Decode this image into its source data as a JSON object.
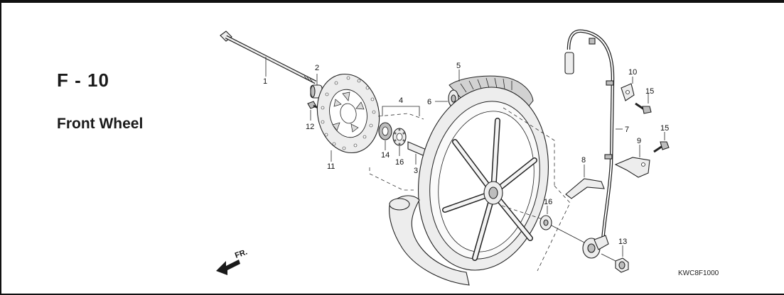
{
  "header": {
    "section_code": "F - 10",
    "section_name": "Front Wheel"
  },
  "catalog_code": "KWC8F1000",
  "direction_label": "FR.",
  "callouts": [
    {
      "id": "callout-1",
      "label": "1"
    },
    {
      "id": "callout-2",
      "label": "2"
    },
    {
      "id": "callout-3",
      "label": "3"
    },
    {
      "id": "callout-4",
      "label": "4"
    },
    {
      "id": "callout-5",
      "label": "5"
    },
    {
      "id": "callout-6",
      "label": "6"
    },
    {
      "id": "callout-7",
      "label": "7"
    },
    {
      "id": "callout-8",
      "label": "8"
    },
    {
      "id": "callout-9",
      "label": "9"
    },
    {
      "id": "callout-10",
      "label": "10"
    },
    {
      "id": "callout-11",
      "label": "11"
    },
    {
      "id": "callout-12",
      "label": "12"
    },
    {
      "id": "callout-13",
      "label": "13"
    },
    {
      "id": "callout-14",
      "label": "14"
    },
    {
      "id": "callout-15a",
      "label": "15"
    },
    {
      "id": "callout-15b",
      "label": "15"
    },
    {
      "id": "callout-16a",
      "label": "16"
    },
    {
      "id": "callout-16b",
      "label": "16"
    }
  ]
}
